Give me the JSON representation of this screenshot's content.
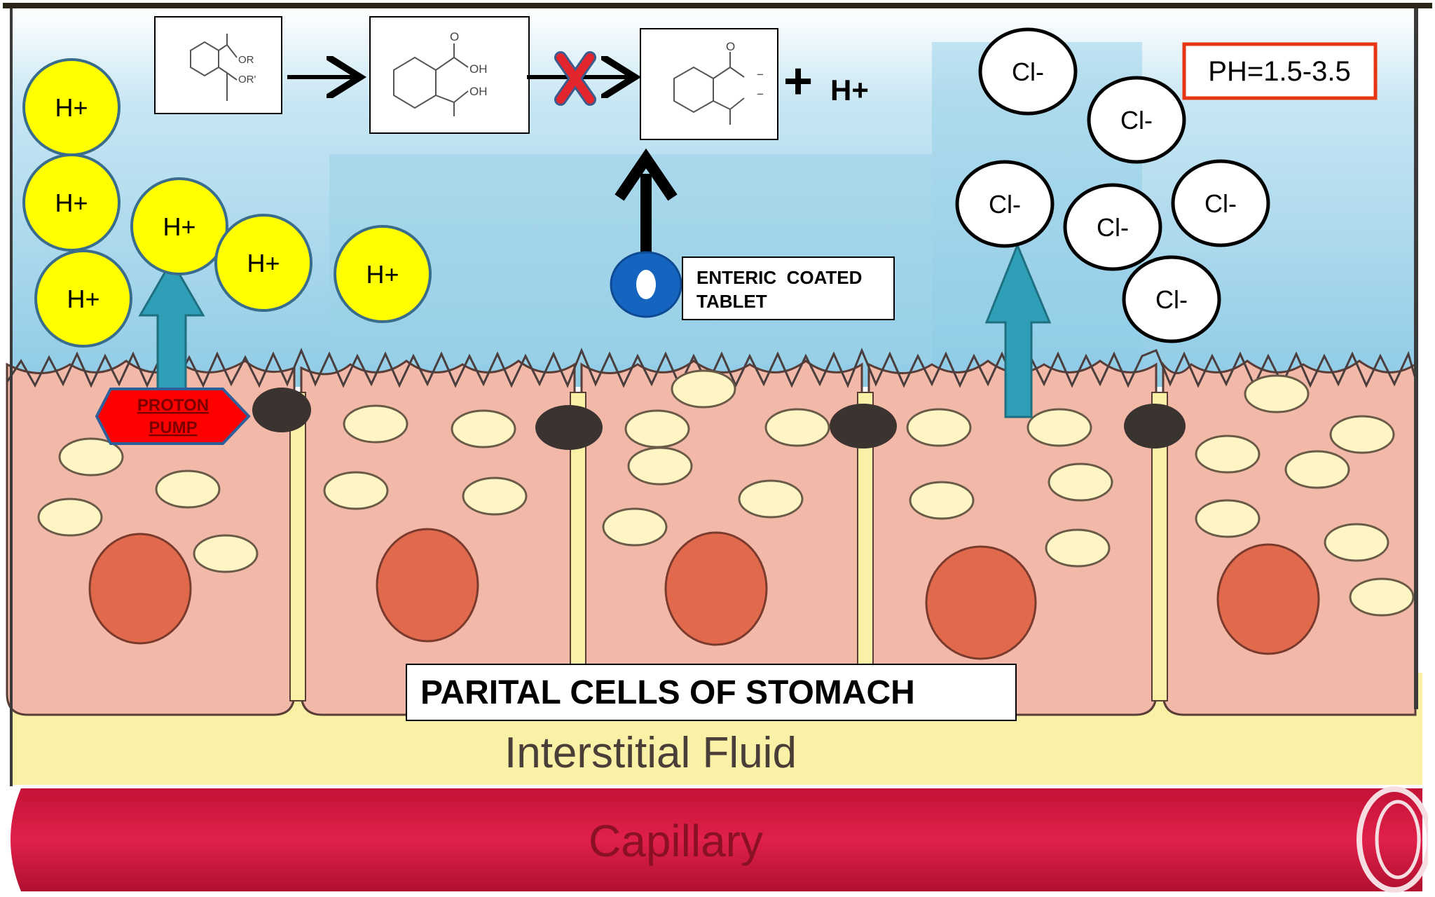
{
  "labels": {
    "h_ion": "H+",
    "cl_ion": "Cl-",
    "plus": "+",
    "ph": "PH=1.5-3.5",
    "enteric_line1": "ENTERIC  COATED",
    "enteric_line2": "TABLET",
    "proton_line1": "PROTON",
    "proton_line2": "PUMP",
    "cells_title": "PARITAL CELLS OF STOMACH",
    "interstitial": "Interstitial Fluid",
    "capillary": "Capillary"
  },
  "molecules": {
    "ester_r1": "OR",
    "ester_r2": "OR'",
    "acid_oh1": "OH",
    "acid_oh2": "OH",
    "acid_o": "O",
    "anion_o": "O",
    "anion_charge": "−"
  },
  "colors": {
    "lumen": "#9dd3e8",
    "h_ion_fill": "#ffff00",
    "h_ion_border": "#3a6d8c",
    "cell": "#f2b8a8",
    "nucleus": "#e26a4c",
    "vesicle": "#fdf5c4",
    "interstitial": "#f8f1a6",
    "capillary": "#d81b40",
    "pump": "#ff0000",
    "arrow_up": "#2e9fb6",
    "tablet": "#1565c0",
    "ph_border": "#e53512",
    "block_x": "#e3262e"
  }
}
